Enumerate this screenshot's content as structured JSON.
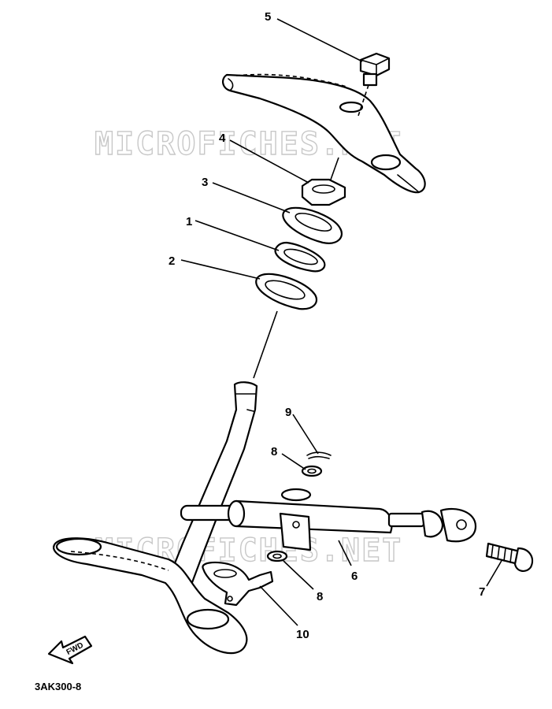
{
  "watermark": "MICROFICHES.NET",
  "diagram_code": "3AK300-8",
  "forward_arrow_label": "FWD",
  "callouts": [
    {
      "id": "callout-5",
      "label": "5"
    },
    {
      "id": "callout-4",
      "label": "4"
    },
    {
      "id": "callout-3",
      "label": "3"
    },
    {
      "id": "callout-1",
      "label": "1"
    },
    {
      "id": "callout-2",
      "label": "2"
    },
    {
      "id": "callout-9",
      "label": "9"
    },
    {
      "id": "callout-8a",
      "label": "8"
    },
    {
      "id": "callout-6",
      "label": "6"
    },
    {
      "id": "callout-8b",
      "label": "8"
    },
    {
      "id": "callout-7",
      "label": "7"
    },
    {
      "id": "callout-10",
      "label": "10"
    }
  ]
}
